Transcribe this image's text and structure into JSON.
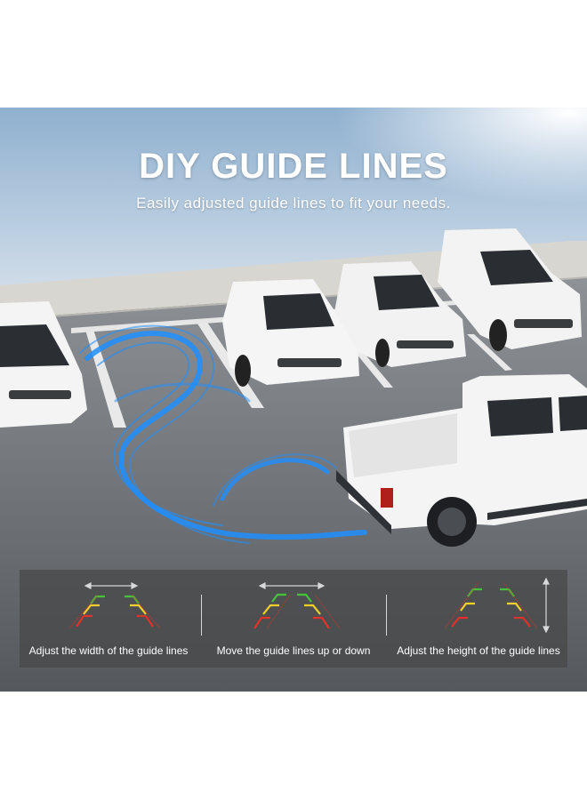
{
  "banner": {
    "title": "DIY GUIDE LINES",
    "subtitle": "Easily adjusted guide lines to fit your needs."
  },
  "features": [
    {
      "label": "Adjust the width of the guide lines",
      "icon": "width-adjust-icon"
    },
    {
      "label": "Move the guide lines up or down",
      "icon": "move-updown-icon"
    },
    {
      "label": "Adjust the height of the guide lines",
      "icon": "height-adjust-icon"
    }
  ],
  "colors": {
    "guide_blue": "#1e8fff",
    "guide_red": "#e0312a",
    "guide_yellow": "#f2d02c",
    "guide_green": "#45c23a",
    "panel_bg": "#464646"
  }
}
